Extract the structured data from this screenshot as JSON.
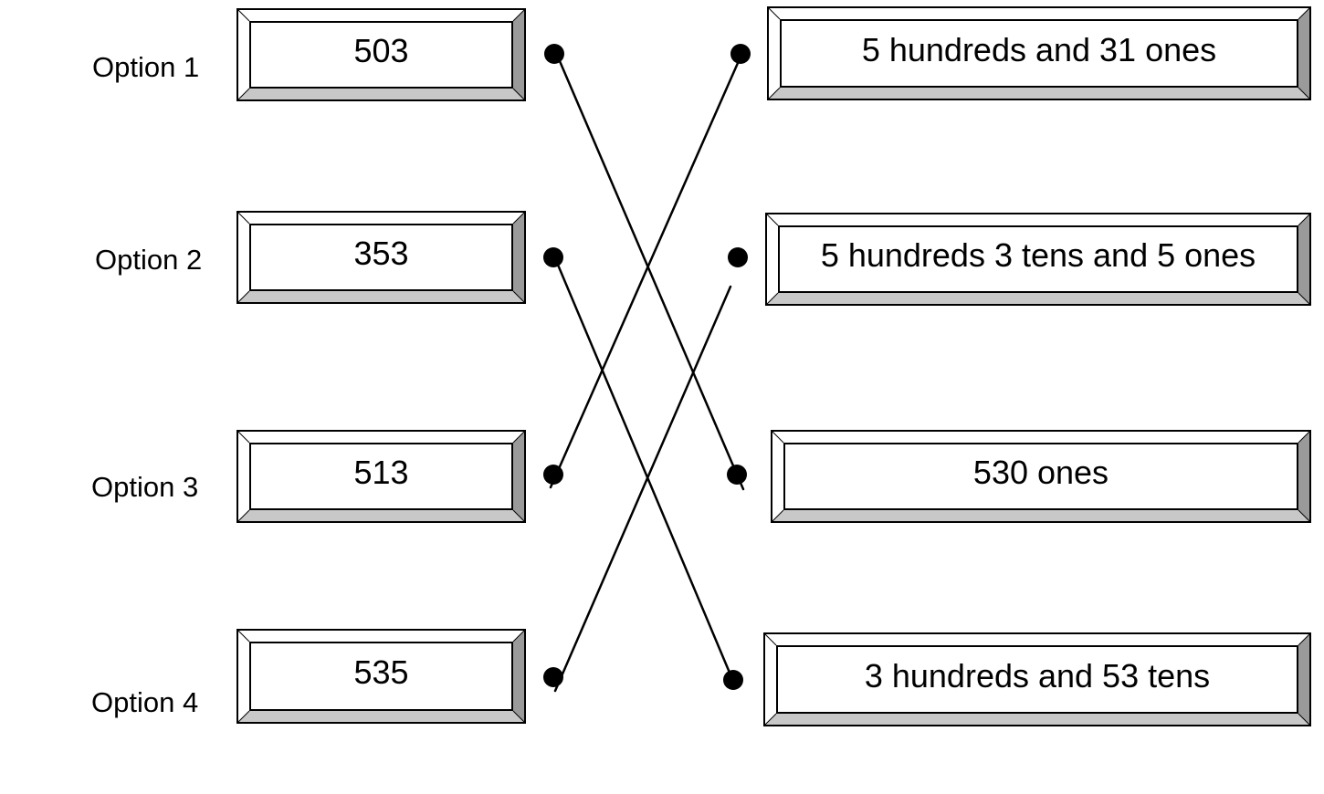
{
  "options": [
    {
      "label": "Option 1",
      "number": "503"
    },
    {
      "label": "Option 2",
      "number": "353"
    },
    {
      "label": "Option 3",
      "number": "513"
    },
    {
      "label": "Option 4",
      "number": "535"
    }
  ],
  "descriptions": [
    "5 hundreds and 31 ones",
    "5 hundreds 3 tens and 5 ones",
    "530 ones",
    "3 hundreds and 53 tens"
  ],
  "matches": [
    {
      "option": "503",
      "description": "530 ones"
    },
    {
      "option": "353",
      "description": "3 hundreds and 53 tens"
    },
    {
      "option": "513",
      "description": "5 hundreds and 31 ones"
    },
    {
      "option": "535",
      "description": "5 hundreds 3 tens and 5 ones"
    }
  ],
  "colors": {
    "line": "#000000",
    "bevel_dark": "#9a9a9a",
    "bevel_mid": "#c8c8c8",
    "bevel_light": "#ffffff"
  }
}
